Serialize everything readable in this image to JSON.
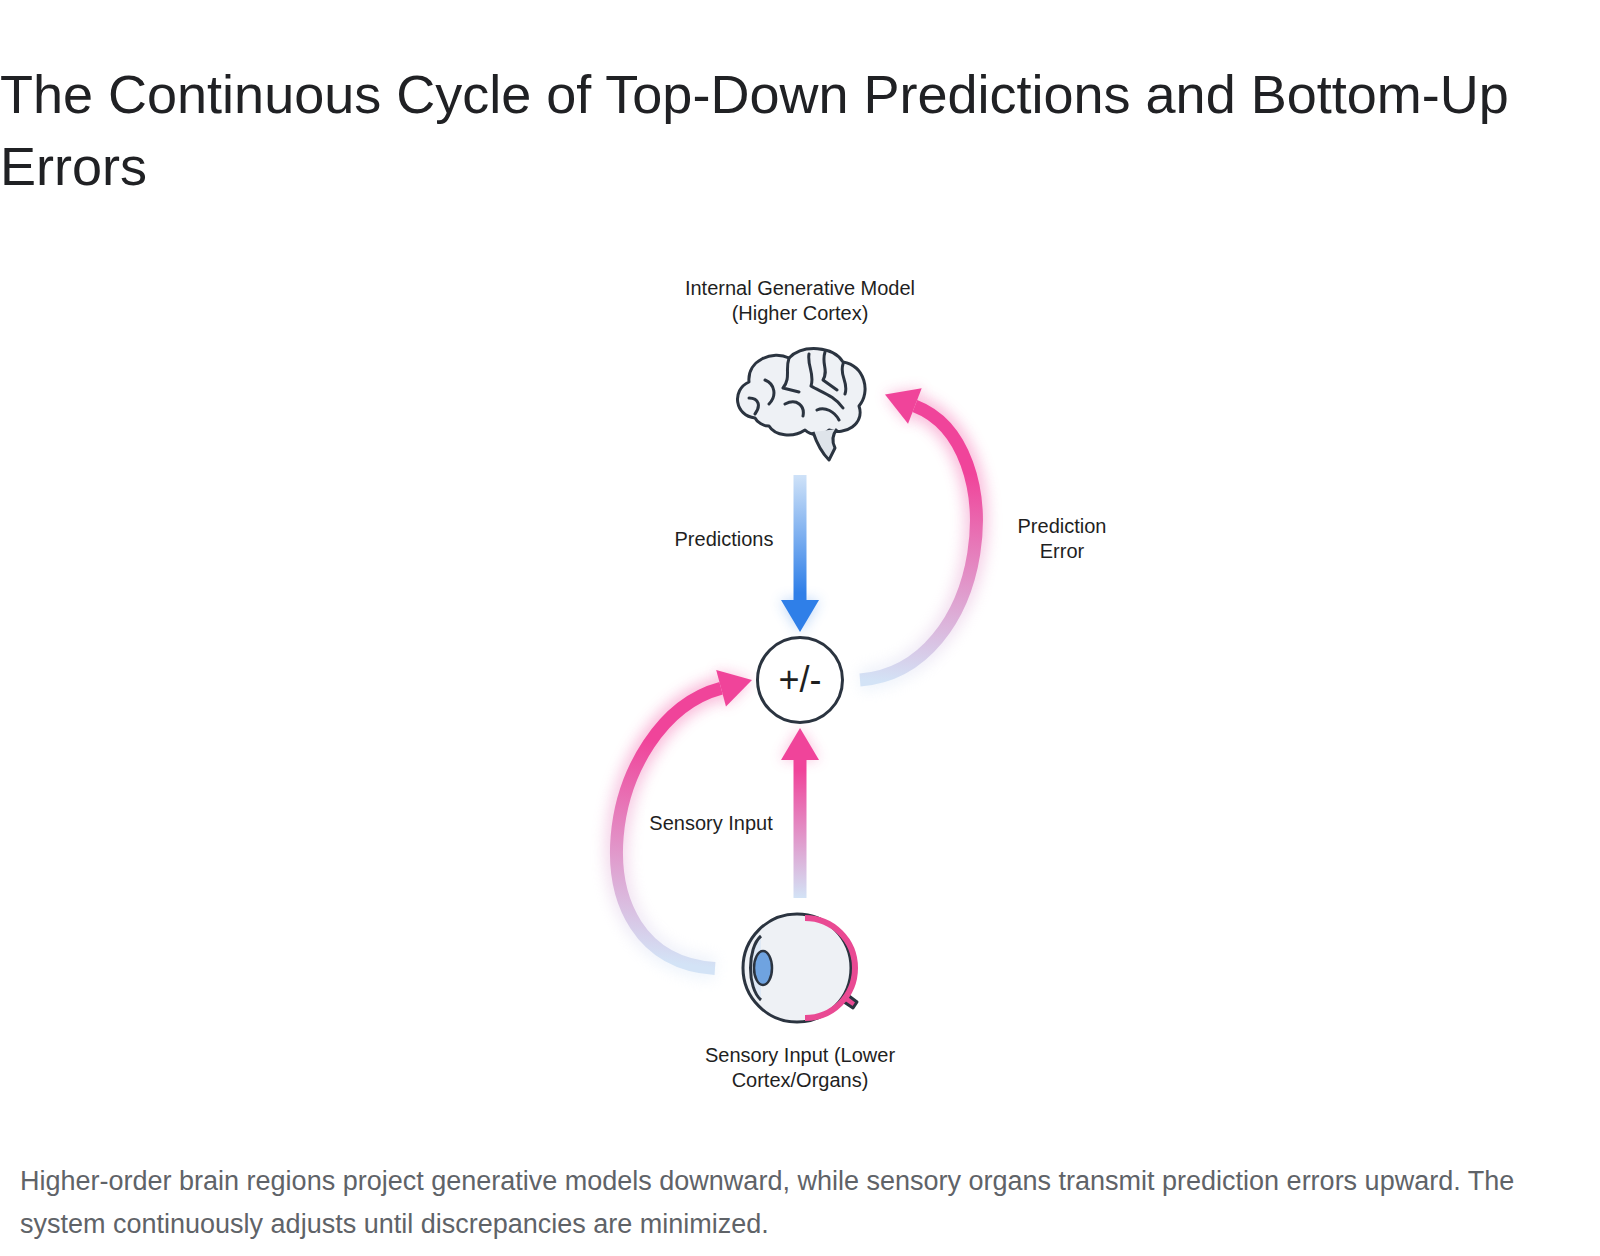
{
  "diagram": {
    "title": "The Continuous Cycle of Top-Down Predictions and Bottom-Up Errors",
    "caption": "Higher-order brain regions project generative models downward, while sensory organs transmit prediction errors upward. The system continuously adjusts until discrepancies are minimized.",
    "nodes": [
      {
        "text": [
          "Internal Generative Model (Higher Cortex)"
        ]
      },
      {
        "text": [
          "+/-"
        ]
      },
      {
        "text": [
          "Sensory Input (Lower Cortex/Organs)"
        ]
      }
    ],
    "edges": [
      {
        "from": 0,
        "to": 1,
        "label": "Predictions",
        "arrow": "to"
      },
      {
        "from": 1,
        "to": 0,
        "label": "Prediction Error",
        "arrow": "to"
      },
      {
        "from": 2,
        "to": 1,
        "arrow": "to"
      },
      {
        "from": 2,
        "to": 1,
        "label": "Sensory Input",
        "arrow": "to"
      }
    ]
  }
}
